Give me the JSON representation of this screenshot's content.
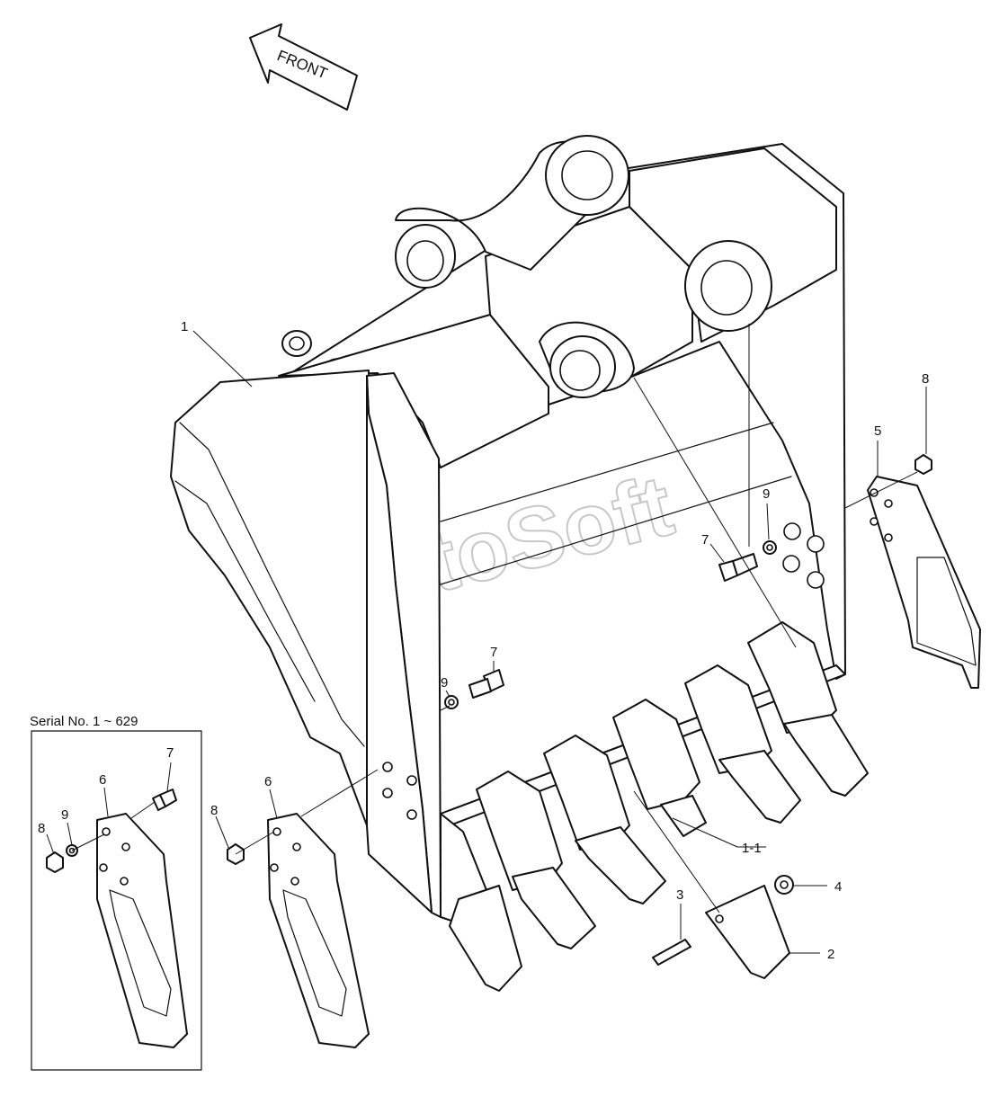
{
  "diagram": {
    "front_label": "FRONT",
    "watermark": "AutoSoft",
    "inset_title": "Serial No. 1 ~ 629",
    "callouts": [
      {
        "id": "c1",
        "text": "1"
      },
      {
        "id": "c11",
        "text": "1-1"
      },
      {
        "id": "c2",
        "text": "2"
      },
      {
        "id": "c3",
        "text": "3"
      },
      {
        "id": "c4",
        "text": "4"
      },
      {
        "id": "c5",
        "text": "5"
      },
      {
        "id": "c6a",
        "text": "6"
      },
      {
        "id": "c6b",
        "text": "6"
      },
      {
        "id": "c7a",
        "text": "7"
      },
      {
        "id": "c7b",
        "text": "7"
      },
      {
        "id": "c7c",
        "text": "7"
      },
      {
        "id": "c8a",
        "text": "8"
      },
      {
        "id": "c8b",
        "text": "8"
      },
      {
        "id": "c8c",
        "text": "8"
      },
      {
        "id": "c9a",
        "text": "9"
      },
      {
        "id": "c9b",
        "text": "9"
      },
      {
        "id": "c9c",
        "text": "9"
      }
    ]
  }
}
